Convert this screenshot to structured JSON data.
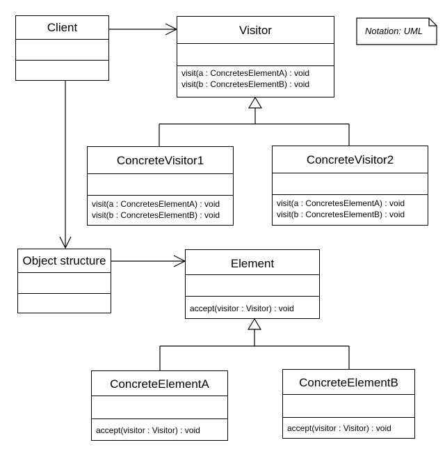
{
  "note": {
    "text": "Notation: UML"
  },
  "classes": {
    "client": {
      "name": "Client",
      "operations": []
    },
    "visitor": {
      "name": "Visitor",
      "operations": [
        "visit(a : ConcretesElementA) : void",
        "visit(b : ConcretesElementB) : void"
      ]
    },
    "concrete_visitor1": {
      "name": "ConcreteVisitor1",
      "operations": [
        "visit(a : ConcretesElementA) : void",
        "visit(b : ConcretesElementB) : void"
      ]
    },
    "concrete_visitor2": {
      "name": "ConcreteVisitor2",
      "operations": [
        "visit(a : ConcretesElementA) : void",
        "visit(b : ConcretesElementB) : void"
      ]
    },
    "object_structure": {
      "name": "Object structure",
      "operations": []
    },
    "element": {
      "name": "Element",
      "operations": [
        "accept(visitor : Visitor) : void"
      ]
    },
    "concrete_element_a": {
      "name": "ConcreteElementA",
      "operations": [
        "accept(visitor : Visitor) : void"
      ]
    },
    "concrete_element_b": {
      "name": "ConcreteElementB",
      "operations": [
        "accept(visitor : Visitor) : void"
      ]
    }
  }
}
